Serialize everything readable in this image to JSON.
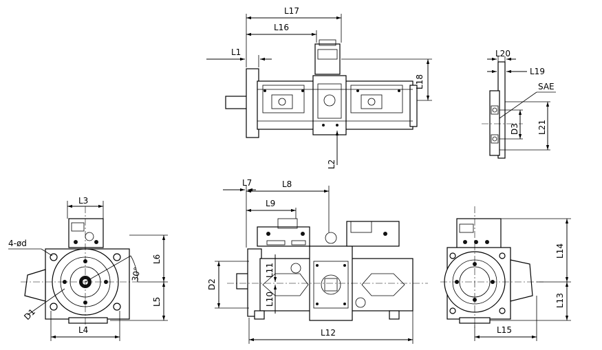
{
  "labels": {
    "L1": "L1",
    "L2": "L2",
    "L3": "L3",
    "L4": "L4",
    "L5": "L5",
    "L6": "L6",
    "L7": "L7",
    "L8": "L8",
    "L9": "L9",
    "L10": "L10",
    "L11": "L11",
    "L12": "L12",
    "L13": "L13",
    "L14": "L14",
    "L15": "L15",
    "L16": "L16",
    "L17": "L17",
    "L18": "L18",
    "L19": "L19",
    "L20": "L20",
    "L21": "L21",
    "D1": "D1",
    "D2": "D2",
    "D3": "D3",
    "bolt_holes": "4-ød",
    "angle": "30°",
    "sae": "SAE"
  }
}
